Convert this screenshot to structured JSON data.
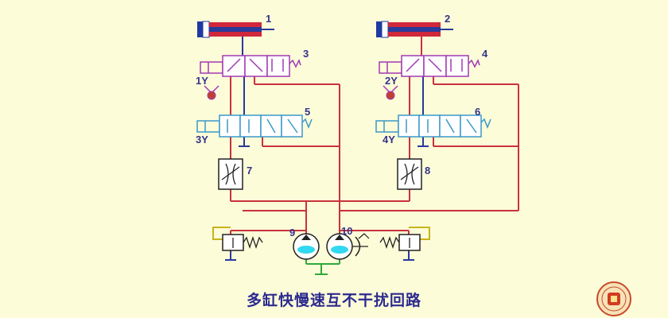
{
  "caption": "多缸快慢速互不干扰回路",
  "labels": {
    "cyl_left": "1",
    "cyl_right": "2",
    "valve_left_top": "3",
    "valve_right_top": "4",
    "valve_left_mid": "5",
    "valve_right_mid": "6",
    "throttle_left": "7",
    "throttle_right": "8",
    "pump_left": "9",
    "pump_right": "10",
    "sol_1y": "1Y",
    "sol_2y": "2Y",
    "sol_3y": "3Y",
    "sol_4y": "4Y"
  },
  "colors": {
    "background": "#fdfcd9",
    "pressure_line": "#c8323c",
    "return_line": "#2a3a9a",
    "suction_line": "#2eaa3a",
    "top_valve": "#a03ab4",
    "mid_valve": "#3a98c8",
    "relief": "#c8b41e",
    "pump_fill": "#31d8ef",
    "label": "#33338c"
  },
  "icons": {
    "pump": "hydraulic-pump-icon",
    "throttle": "throttle-valve-icon",
    "relief": "relief-valve-icon",
    "check": "check-valve-icon",
    "cylinder": "hydraulic-cylinder-icon",
    "seal": "university-seal-icon"
  }
}
